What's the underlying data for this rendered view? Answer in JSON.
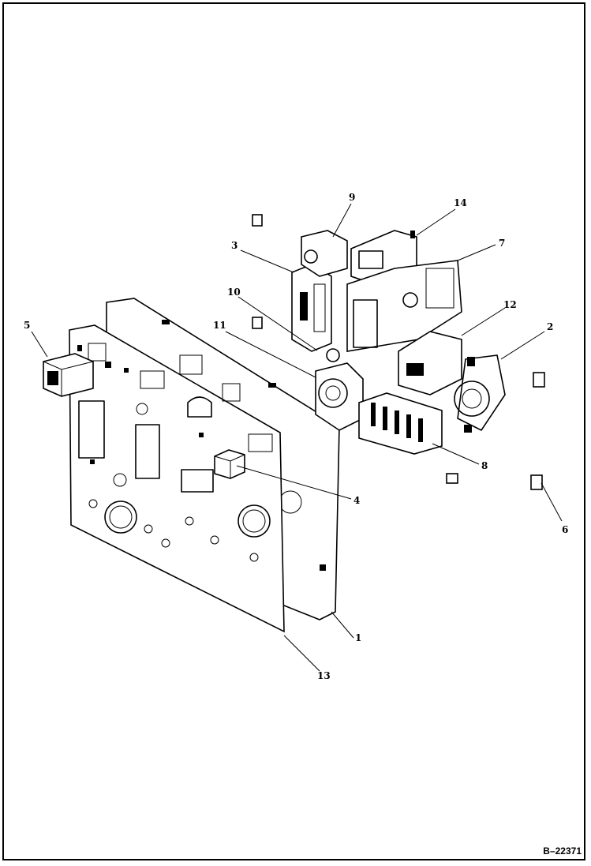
{
  "figure_id": "B–22371",
  "callouts": [
    "1",
    "2",
    "3",
    "4",
    "5",
    "6",
    "7",
    "8",
    "9",
    "10",
    "11",
    "12",
    "13",
    "14"
  ]
}
